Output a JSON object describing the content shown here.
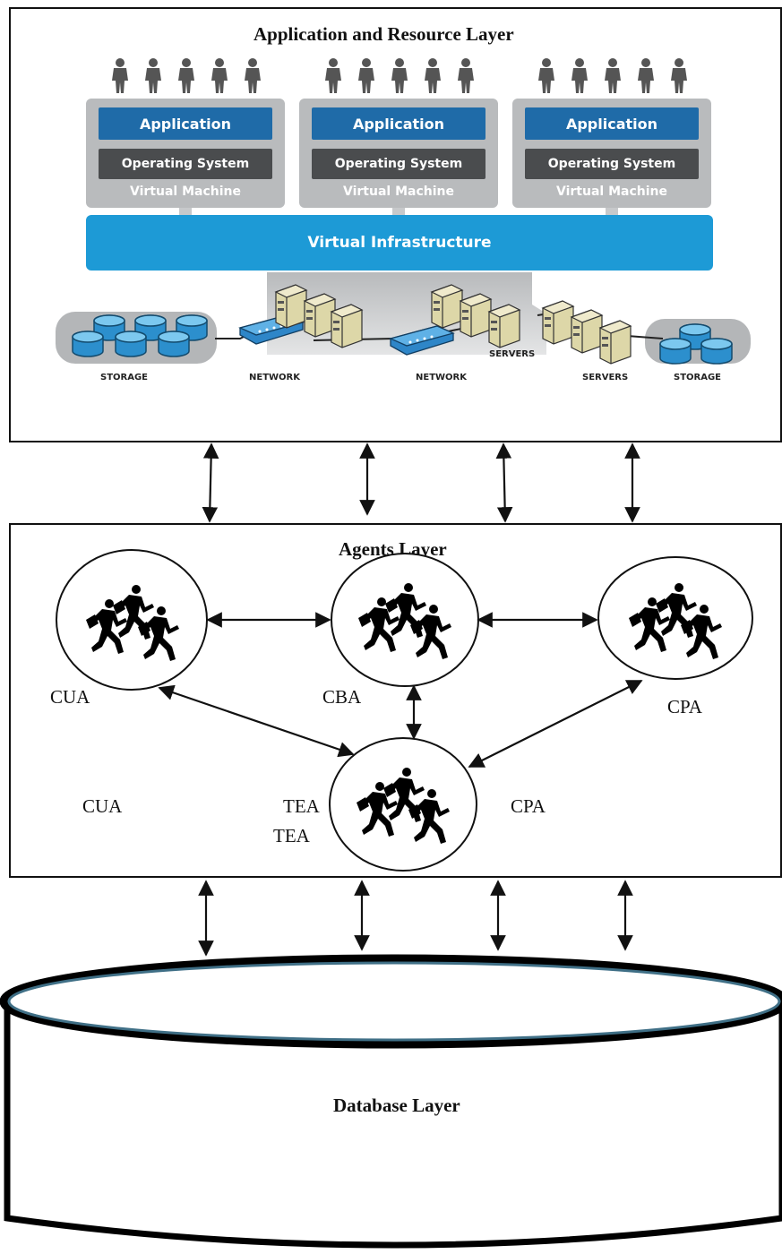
{
  "app_layer": {
    "title": "Application and Resource Layer",
    "vms": [
      {
        "app": "Application",
        "os": "Operating System",
        "vm": "Virtual Machine"
      },
      {
        "app": "Application",
        "os": "Operating System",
        "vm": "Virtual Machine"
      },
      {
        "app": "Application",
        "os": "Operating System",
        "vm": "Virtual Machine"
      }
    ],
    "virtual_infrastructure": "Virtual Infrastructure",
    "hardware_labels": {
      "storage_left": "STORAGE",
      "network_left": "NETWORK",
      "network_mid": "NETWORK",
      "servers_upper": "SERVERS",
      "servers_lower": "SERVERS",
      "storage_right": "STORAGE"
    }
  },
  "agents_layer": {
    "title": "Agents Layer",
    "labels": {
      "cua_top": "CUA",
      "cba": "CBA",
      "cpa_top": "CPA",
      "cua_bottom": "CUA",
      "tea_1": "TEA",
      "tea_2": "TEA",
      "cpa_bottom": "CPA"
    }
  },
  "database_layer": {
    "title": "Database Layer"
  },
  "colors": {
    "app_blue": "#1f6ba8",
    "os_dark": "#4a4c4e",
    "vm_gray": "#b9bbbd",
    "infra_blue": "#1d9ad6",
    "db_rim_teal": "#3f6f86"
  }
}
